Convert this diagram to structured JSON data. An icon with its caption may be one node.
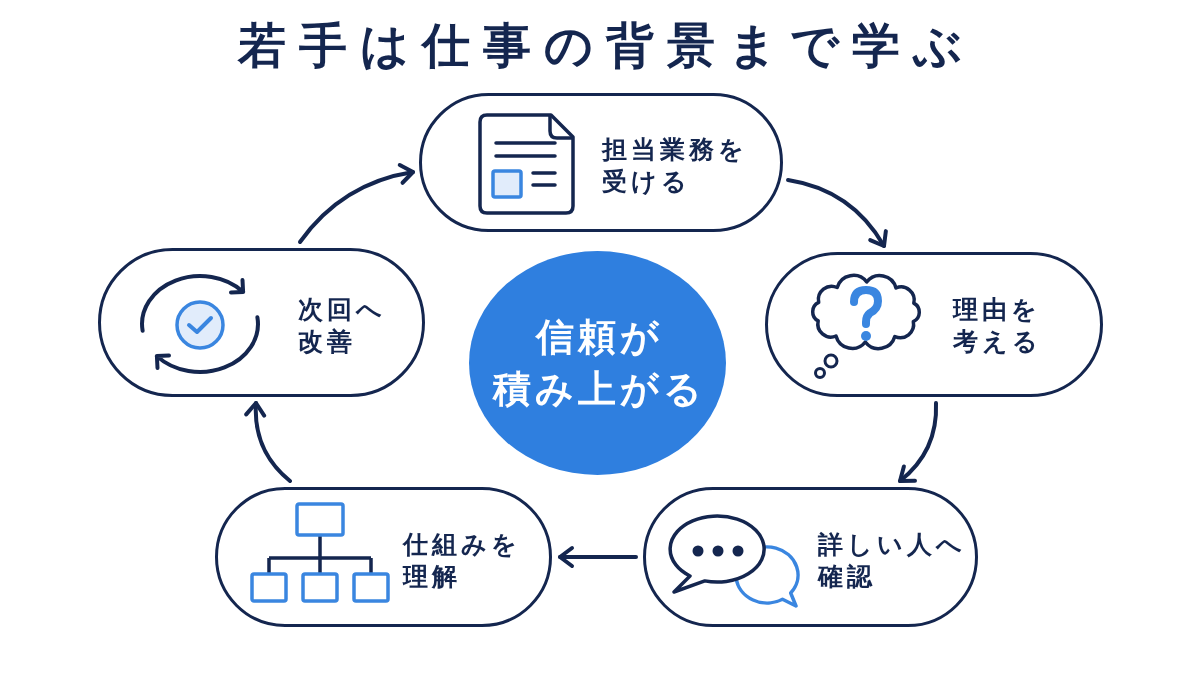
{
  "diagram": {
    "title": "若手は仕事の背景まで学ぶ",
    "nodes": [
      {
        "text": [
          "担当業務を受ける"
        ]
      },
      {
        "text": [
          "理由を考える"
        ]
      },
      {
        "text": [
          "詳しい人へ確認"
        ]
      },
      {
        "text": [
          "仕組みを理解"
        ]
      },
      {
        "text": [
          "次回へ改善"
        ]
      },
      {
        "text": [
          "信頼が積み上がる"
        ]
      }
    ],
    "edges": [
      {
        "from": 0,
        "to": 1,
        "arrow": "to"
      },
      {
        "from": 1,
        "to": 2,
        "arrow": "to"
      },
      {
        "from": 2,
        "to": 3,
        "arrow": "to"
      },
      {
        "from": 3,
        "to": 4,
        "arrow": "to"
      },
      {
        "from": 4,
        "to": 0,
        "arrow": "to"
      }
    ]
  }
}
